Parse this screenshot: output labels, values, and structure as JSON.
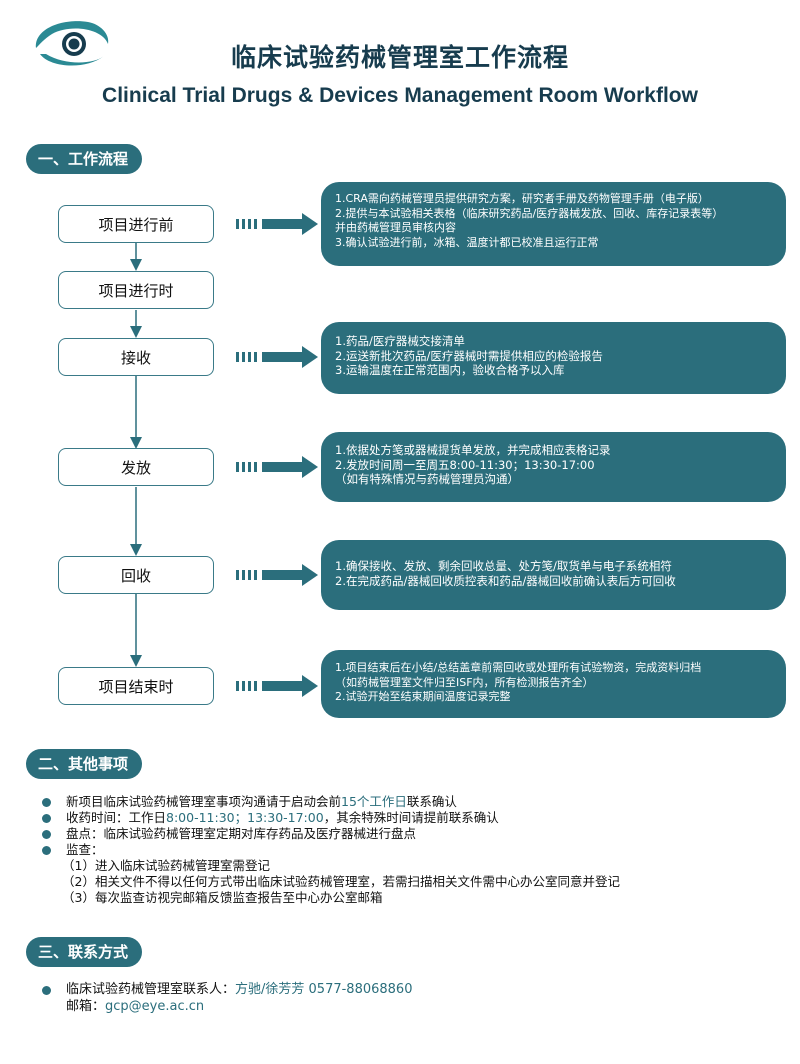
{
  "header": {
    "title_cn": "临床试验药械管理室工作流程",
    "title_en": "Clinical Trial Drugs & Devices Management Room Workflow"
  },
  "colors": {
    "accent": "#2b6e7c",
    "title": "#173c4e",
    "box_border": "#3a7a88"
  },
  "sections": {
    "workflow": "一、工作流程",
    "other": "二、其他事项",
    "contact": "三、联系方式"
  },
  "flow": {
    "steps": [
      "项目进行前",
      "项目进行时",
      "接收",
      "发放",
      "回收",
      "项目结束时"
    ],
    "details": [
      {
        "lines": [
          "1.CRA需向药械管理员提供研究方案，研究者手册及药物管理手册（电子版）",
          "2.提供与本试验相关表格（临床研究药品/医疗器械发放、回收、库存记录表等）",
          "   并由药械管理员审核内容",
          "3.确认试验进行前，冰箱、温度计都已校准且运行正常"
        ]
      },
      {
        "lines": [
          "1.药品/医疗器械交接清单",
          "2.运送新批次药品/医疗器械时需提供相应的检验报告",
          "3.运输温度在正常范围内，验收合格予以入库"
        ]
      },
      {
        "lines": [
          "1.依据处方笺或器械提货单发放，并完成相应表格记录",
          "2.发放时间周一至周五8:00-11:30；13:30-17:00",
          "  （如有特殊情况与药械管理员沟通）"
        ]
      },
      {
        "lines": [
          "1.确保接收、发放、剩余回收总量、处方笺/取货单与电子系统相符",
          "2.在完成药品/器械回收质控表和药品/器械回收前确认表后方可回收"
        ]
      },
      {
        "lines": [
          "1.项目结束后在小结/总结盖章前需回收或处理所有试验物资，完成资料归档",
          "  （如药械管理室文件归至ISF内，所有检测报告齐全）",
          "2.试验开始至结束期间温度记录完整"
        ]
      }
    ]
  },
  "other": {
    "b1_pre": "新项目临床试验药械管理室事项沟通请于启动会前",
    "b1_hl": "15个工作日",
    "b1_post": "联系确认",
    "b2_pre": "收药时间：工作日",
    "b2_hl": "8:00-11:30；13:30-17:00",
    "b2_post": "，其余特殊时间请提前联系确认",
    "b3": "盘点：临床试验药械管理室定期对库存药品及医疗器械进行盘点",
    "b4": "监查：",
    "sub": [
      "（1）进入临床试验药械管理室需登记",
      "（2）相关文件不得以任何方式带出临床试验药械管理室，若需扫描相关文件需中心办公室同意并登记",
      "（3）每次监查访视完邮箱反馈监查报告至中心办公室邮箱"
    ]
  },
  "contact": {
    "label": "临床试验药械管理室联系人：",
    "value": "方驰/徐芳芳 0577-88068860",
    "email_label": "邮箱：",
    "email": "gcp@eye.ac.cn"
  }
}
